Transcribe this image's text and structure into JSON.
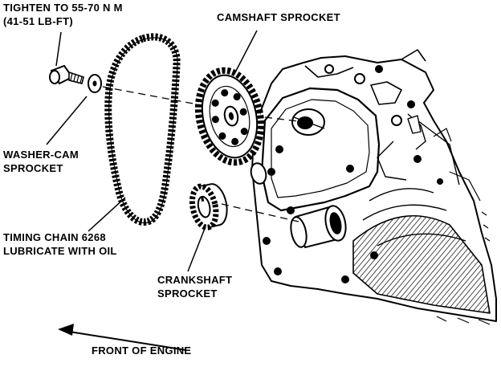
{
  "labels": {
    "torque_line1": "TIGHTEN TO 55-70 N m",
    "torque_line2": "(41-51 LB-FT)",
    "camshaft_sprocket": "CAMSHAFT SPROCKET",
    "washer_line1": "WASHER-CAM",
    "washer_line2": "SPROCKET",
    "chain_line1": "TIMING CHAIN 6268",
    "chain_line2": "LUBRICATE WITH OIL",
    "crank_line1": "CRANKSHAFT",
    "crank_line2": "SPROCKET",
    "front": "FRONT OF ENGINE"
  },
  "colors": {
    "ink": "#000000",
    "paper": "#ffffff"
  }
}
